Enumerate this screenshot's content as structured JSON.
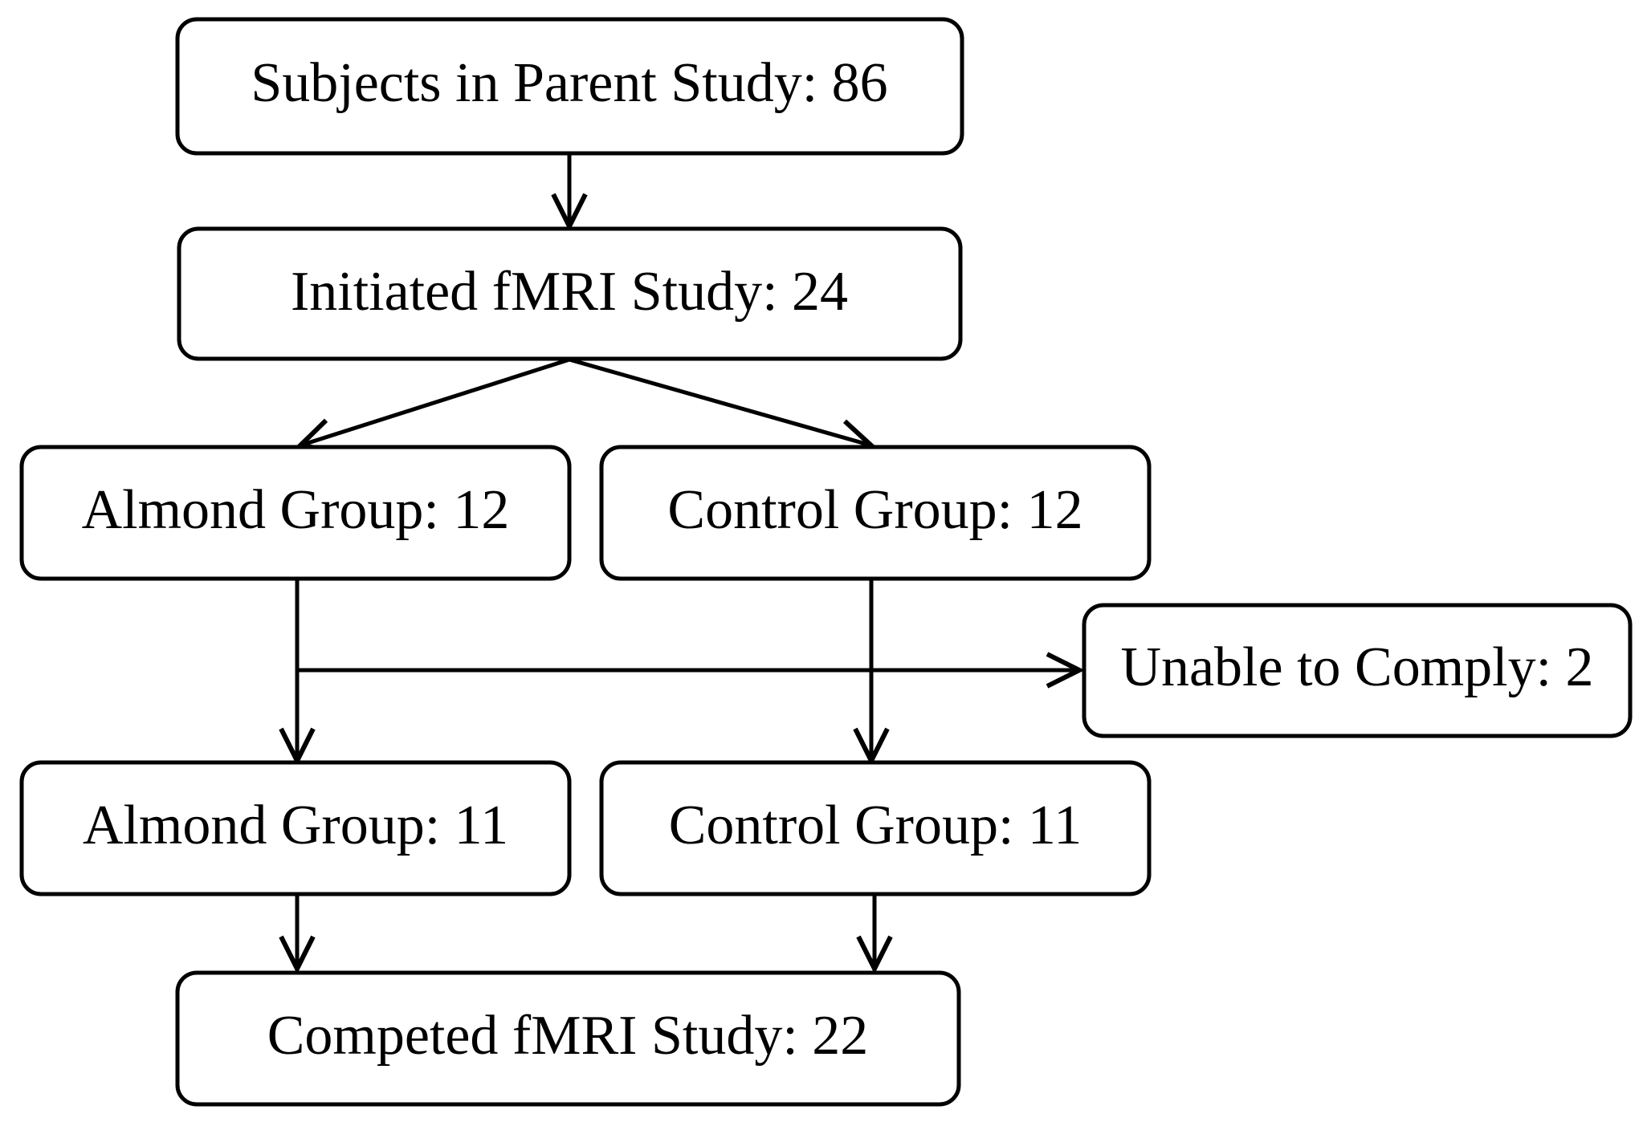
{
  "nodes": {
    "parent": "Subjects in Parent Study: 86",
    "initiated": "Initiated fMRI Study: 24",
    "almond_start": "Almond Group: 12",
    "control_start": "Control Group: 12",
    "unable": "Unable to Comply: 2",
    "almond_end": "Almond Group: 11",
    "control_end": "Control Group: 11",
    "completed": "Competed fMRI Study: 22"
  },
  "colors": {
    "stroke": "#000000",
    "fill": "#ffffff",
    "text": "#000000"
  }
}
